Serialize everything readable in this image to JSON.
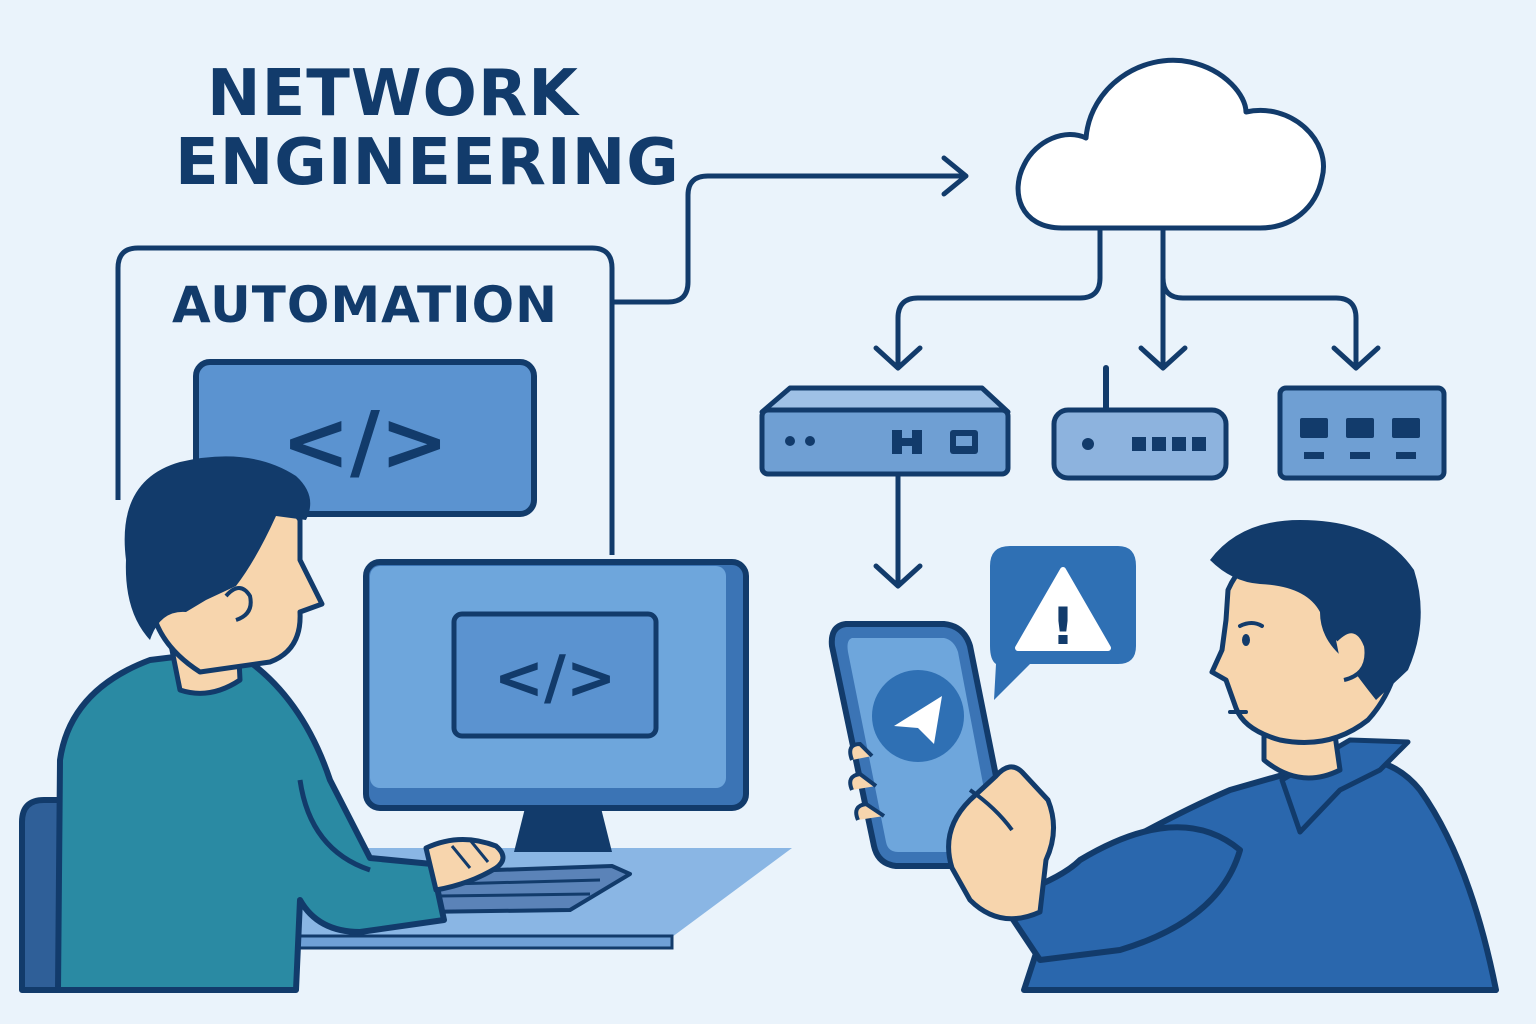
{
  "title": {
    "line1": "NETWORK",
    "line2": "ENGINEERING"
  },
  "automation_label": "AUTOMATION",
  "code_symbol": "</>",
  "alert_symbol": "!",
  "icons": [
    "cloud-icon",
    "code-icon",
    "warning-icon",
    "telegram-icon",
    "router-icon",
    "switch-icon",
    "server-icon"
  ],
  "colors": {
    "background": "#eaf3fb",
    "outline": "#123b6b",
    "primary_blue": "#3b74b5",
    "light_blue": "#7aa9dc",
    "teal_shirt": "#2a8aa3",
    "skin": "#f7d5ad"
  }
}
